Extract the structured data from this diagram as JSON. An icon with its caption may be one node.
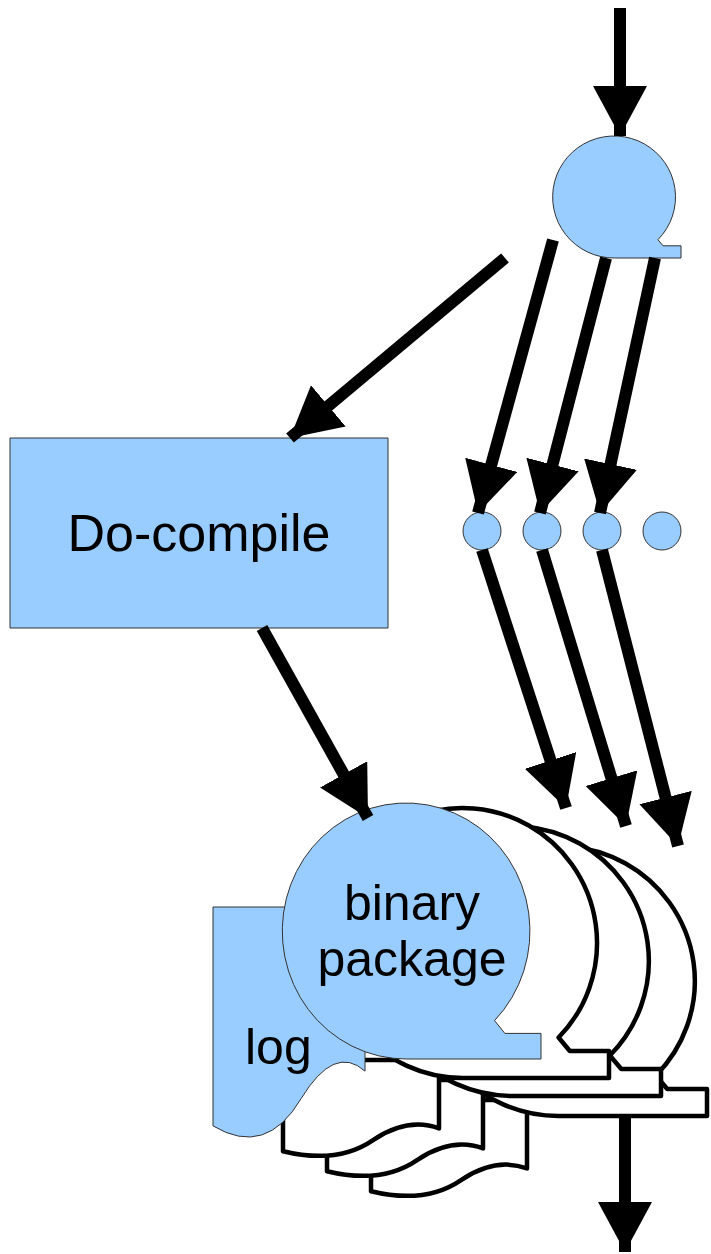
{
  "diagram": {
    "nodes": [
      {
        "text": [],
        "shape": "tape"
      },
      {
        "text": [
          "Do-compile"
        ]
      },
      {
        "text": [],
        "shape": "circle"
      },
      {
        "text": [],
        "shape": "circle"
      },
      {
        "text": [],
        "shape": "circle"
      },
      {
        "text": [],
        "shape": "circle"
      },
      {
        "text": [
          "binary package"
        ]
      },
      {
        "text": [],
        "shape": "tape"
      },
      {
        "text": [],
        "shape": "tape"
      },
      {
        "text": [],
        "shape": "tape"
      },
      {
        "text": [
          "log"
        ]
      },
      {
        "text": [],
        "shape": "document"
      },
      {
        "text": [],
        "shape": "document"
      },
      {
        "text": [],
        "shape": "document"
      }
    ],
    "edges": [
      {
        "from": null,
        "to": 0,
        "arrow": "to"
      },
      {
        "from": 0,
        "to": 1,
        "arrow": "to"
      },
      {
        "from": 0,
        "to": 2,
        "arrow": "to"
      },
      {
        "from": 0,
        "to": 3,
        "arrow": "to"
      },
      {
        "from": 0,
        "to": 4,
        "arrow": "to"
      },
      {
        "from": 1,
        "to": 6,
        "arrow": "to"
      },
      {
        "from": 2,
        "to": 7,
        "arrow": "to"
      },
      {
        "from": 3,
        "to": 8,
        "arrow": "to"
      },
      {
        "from": 4,
        "to": 9,
        "arrow": "to"
      },
      {
        "from": 9,
        "to": null,
        "arrow": "to"
      }
    ]
  }
}
